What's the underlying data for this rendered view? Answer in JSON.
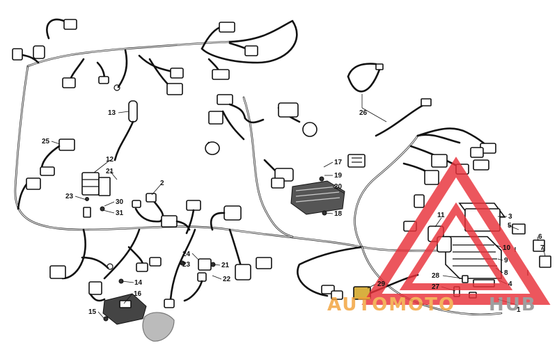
{
  "diagram": {
    "callouts": [
      "1",
      "2",
      "3",
      "4",
      "5",
      "6",
      "7",
      "8",
      "9",
      "10",
      "11",
      "12",
      "13",
      "14",
      "15",
      "16",
      "17",
      "18",
      "19",
      "20",
      "21",
      "21",
      "22",
      "23",
      "23",
      "24",
      "25",
      "26",
      "27",
      "28",
      "29",
      "30",
      "31"
    ]
  },
  "watermark": {
    "part1": "AUTOMOTO",
    "part2": "HUB",
    "color_red": "#e8313a",
    "color_orange": "#f2a23a",
    "color_gray": "#8a8a8a"
  }
}
